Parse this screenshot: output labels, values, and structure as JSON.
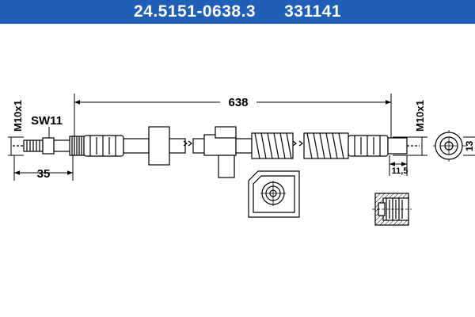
{
  "header": {
    "part_number": "24.5151-0638.3",
    "ref_number": "331141",
    "background_color": "#1f5fb8"
  },
  "dimensions": {
    "length": "638",
    "thread_left": "M10x1",
    "wrench_size": "SW11",
    "left_offset": "35",
    "thread_right": "M10x1",
    "right_width": "11,5",
    "end_diameter": "13"
  }
}
